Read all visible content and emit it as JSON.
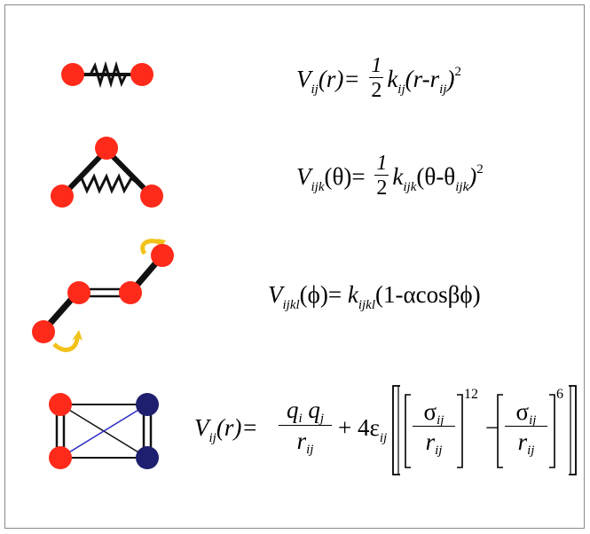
{
  "equations": {
    "bond": {
      "lhs_V": "V",
      "lhs_sub": "ij",
      "lhs_arg": "(r)=",
      "half_num": "1",
      "half_den": "2",
      "k": "k",
      "k_sub": "ij",
      "paren": "(r-r",
      "r_sub": "ij",
      "close": ")",
      "exp": "2"
    },
    "angle": {
      "lhs_V": "V",
      "lhs_sub": "ijk",
      "lhs_arg": "(θ)=",
      "half_num": "1",
      "half_den": "2",
      "k": "k",
      "k_sub": "ijk",
      "paren": "(θ-θ",
      "t_sub": "ijk",
      "close": ")",
      "exp": "2"
    },
    "torsion": {
      "lhs_V": "V",
      "lhs_sub": "ijkl",
      "lhs_arg": "(ϕ)=",
      "k": "k",
      "k_sub": "ijkl",
      "body": "(1-αcosβϕ)"
    },
    "nonbonded": {
      "lhs_V": "V",
      "lhs_sub": "ij",
      "lhs_arg": "(r)=",
      "q_num": "q",
      "qi_sub": "i",
      "qj": "q",
      "qj_sub": "j",
      "r_den": "r",
      "r_sub": "ij",
      "plus": "+ 4ε",
      "eps_sub": "ij",
      "sigma": "σ",
      "sigma_sub": "ij",
      "exp12": "12",
      "minus": "−",
      "exp6": "6"
    }
  },
  "colors": {
    "atom_red": "#ff2a1a",
    "atom_blue": "#1e1f6e",
    "bond": "#111111",
    "arrow": "#f2c21a"
  },
  "icons": [
    "spring-bond-icon",
    "angle-spring-icon",
    "torsion-icon",
    "nonbonded-icon"
  ]
}
